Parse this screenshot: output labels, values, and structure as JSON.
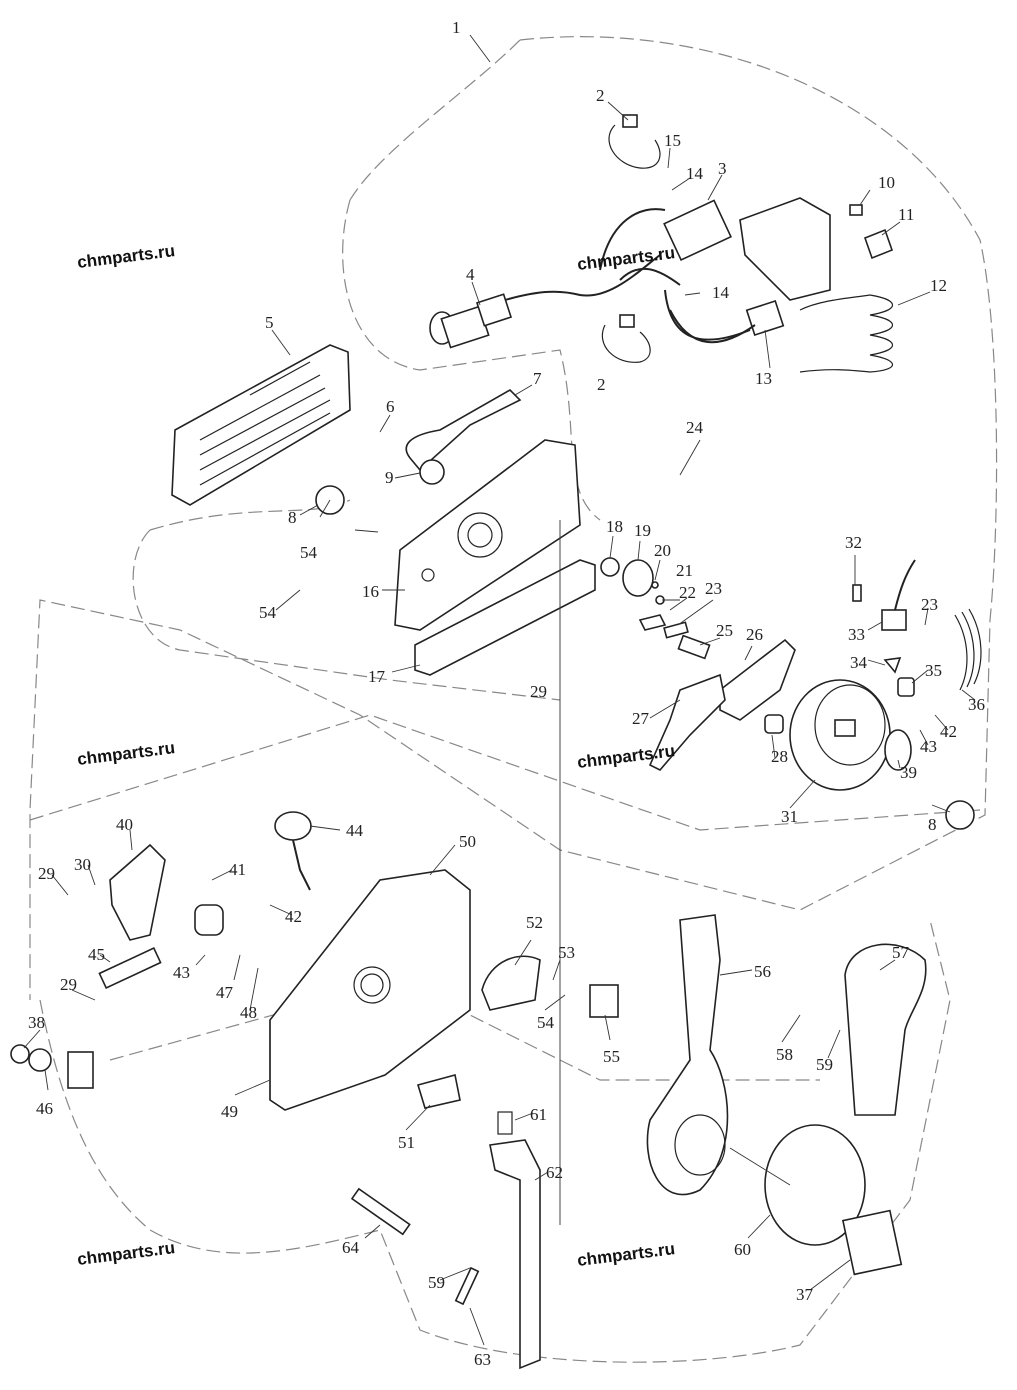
{
  "watermark": "chmparts.ru",
  "callouts": [
    "1",
    "2",
    "3",
    "4",
    "5",
    "6",
    "7",
    "8",
    "9",
    "10",
    "11",
    "12",
    "13",
    "14",
    "15",
    "16",
    "17",
    "18",
    "19",
    "20",
    "21",
    "22",
    "23",
    "24",
    "25",
    "26",
    "27",
    "28",
    "29",
    "30",
    "31",
    "32",
    "33",
    "34",
    "35",
    "36",
    "37",
    "38",
    "39",
    "40",
    "41",
    "42",
    "43",
    "44",
    "45",
    "46",
    "47",
    "48",
    "49",
    "50",
    "51",
    "52",
    "53",
    "54",
    "55",
    "56",
    "57",
    "58",
    "59",
    "60",
    "61",
    "62",
    "63",
    "64"
  ],
  "colors": {
    "ink": "#222222",
    "boundary": "#888888",
    "background": "#ffffff"
  }
}
